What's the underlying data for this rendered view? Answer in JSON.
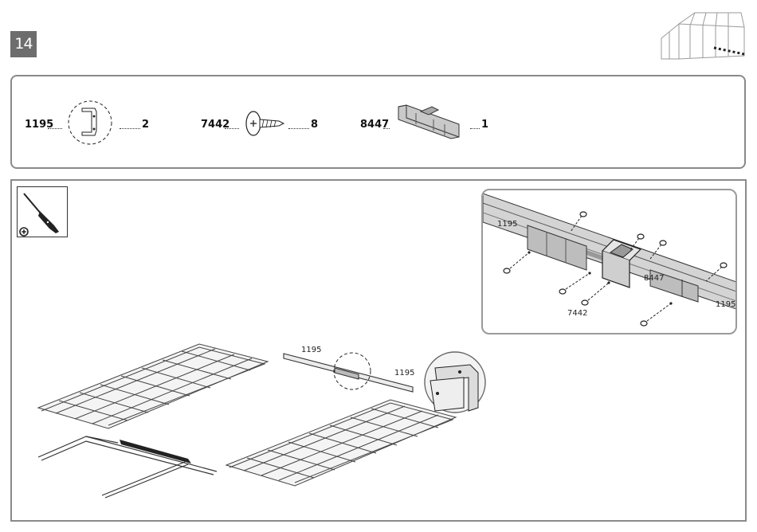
{
  "step": {
    "number": "14"
  },
  "parts": [
    {
      "code": "1195",
      "qty": "2",
      "icon": "bracket-icon"
    },
    {
      "code": "7442",
      "qty": "8",
      "icon": "screw-icon"
    },
    {
      "code": "8447",
      "qty": "1",
      "icon": "connector-bar-icon"
    }
  ],
  "tool": {
    "icon": "screwdriver-icon",
    "symbol": "plus-icon"
  },
  "detail": {
    "labels": [
      "1195",
      "8447",
      "1195",
      "7442"
    ]
  },
  "assembly": {
    "labels": [
      "1195",
      "1195"
    ]
  },
  "colors": {
    "frame": "#8a8a8a",
    "badge": "#6d6d6d",
    "ink": "#222222"
  }
}
